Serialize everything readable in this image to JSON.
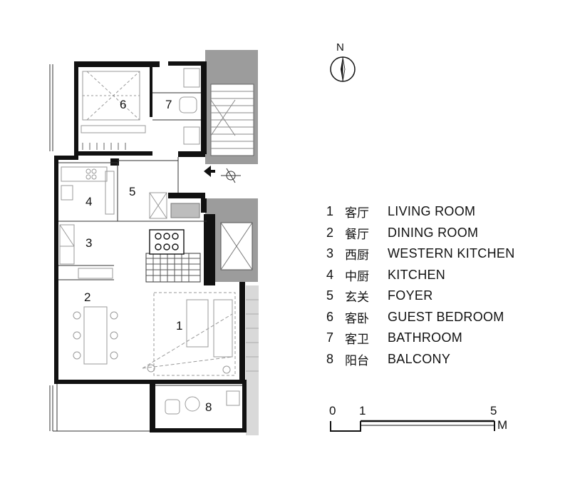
{
  "rooms": [
    {
      "num": "1",
      "cn": "客厅",
      "en": "LIVING ROOM"
    },
    {
      "num": "2",
      "cn": "餐厅",
      "en": "DINING ROOM"
    },
    {
      "num": "3",
      "cn": "西厨",
      "en": "WESTERN KITCHEN"
    },
    {
      "num": "4",
      "cn": "中厨",
      "en": "KITCHEN"
    },
    {
      "num": "5",
      "cn": "玄关",
      "en": "FOYER"
    },
    {
      "num": "6",
      "cn": "客卧",
      "en": "GUEST BEDROOM"
    },
    {
      "num": "7",
      "cn": "客卫",
      "en": "BATHROOM"
    },
    {
      "num": "8",
      "cn": "阳台",
      "en": "BALCONY"
    }
  ],
  "north_label": "N",
  "scale": {
    "ticks": [
      "0",
      "1",
      "5"
    ],
    "unit": "M"
  },
  "colors": {
    "wall": "#111111",
    "stair": "#8a8a8a",
    "furniture": "#9a9a9a",
    "hatch": "#bdbdbd"
  }
}
